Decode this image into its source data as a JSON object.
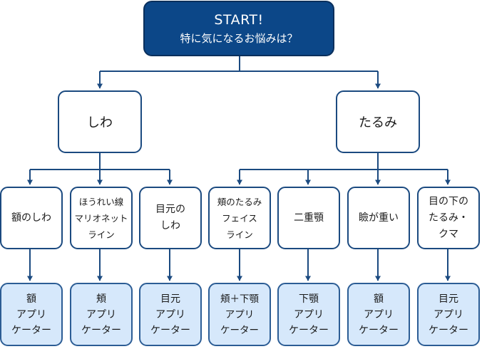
{
  "start": {
    "title": "START!",
    "question": "特に気になるお悩みは？"
  },
  "categories": [
    {
      "label": "しわ"
    },
    {
      "label": "たるみ"
    }
  ],
  "concerns": [
    {
      "label": "額のしわ"
    },
    {
      "label": "ほうれい線\nマリオネット\nライン"
    },
    {
      "label": "目元の\nしわ"
    },
    {
      "label": "頬のたるみ\nフェイス\nライン"
    },
    {
      "label": "二重顎"
    },
    {
      "label": "瞼が重い"
    },
    {
      "label": "目の下の\nたるみ・\nクマ"
    }
  ],
  "results": [
    {
      "label": "額\nアプリ\nケーター"
    },
    {
      "label": "頬\nアプリ\nケーター"
    },
    {
      "label": "目元\nアプリ\nケーター"
    },
    {
      "label": "頬＋下顎\nアプリ\nケーター"
    },
    {
      "label": "下顎\nアプリ\nケーター"
    },
    {
      "label": "額\nアプリ\nケーター"
    },
    {
      "label": "目元\nアプリ\nケーター"
    }
  ],
  "colors": {
    "start_fill": "#0c4788",
    "border": "#1b4a80",
    "connector": "#1b4a80",
    "result_fill": "#d6e8fb"
  }
}
